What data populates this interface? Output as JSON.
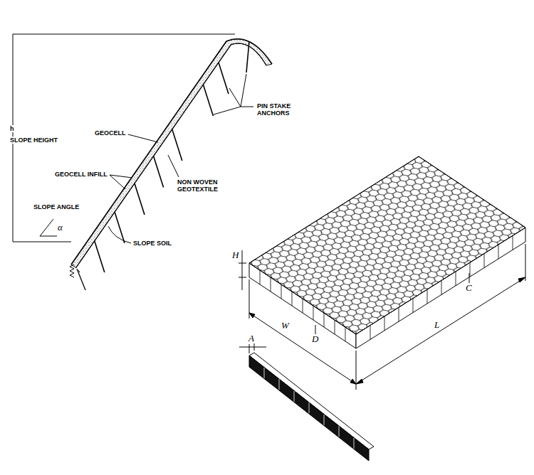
{
  "diagram": {
    "labels": [
      "h",
      "SLOPE HEIGHT",
      "GEOCELL",
      "GEOCELL INFILL",
      "NON WOVEN GEOTEXTILE",
      "PIN STAKE ANCHORS",
      "SLOPE ANGLE",
      "α",
      "SLOPE SOIL",
      "H",
      "W",
      "D",
      "L",
      "C",
      "A"
    ]
  }
}
